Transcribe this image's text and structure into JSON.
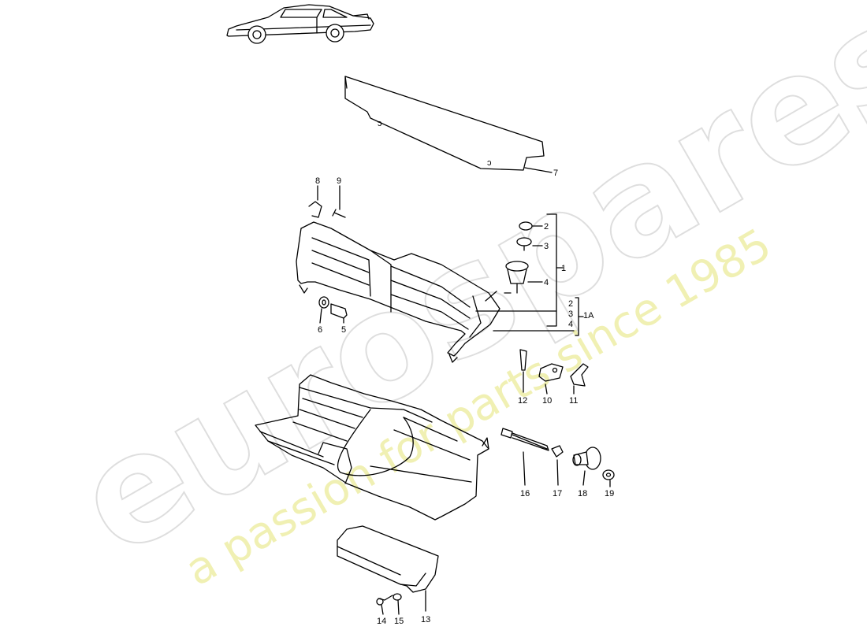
{
  "watermark": {
    "brand": "eurospares",
    "tagline": "a passion for parts since 1985"
  },
  "parts": [
    {
      "id": "p1",
      "label": "1"
    },
    {
      "id": "p1a",
      "label": "1A"
    },
    {
      "id": "p2",
      "label": "2"
    },
    {
      "id": "p3",
      "label": "3"
    },
    {
      "id": "p4",
      "label": "4"
    },
    {
      "id": "p5",
      "label": "5"
    },
    {
      "id": "p6",
      "label": "6"
    },
    {
      "id": "p7",
      "label": "7"
    },
    {
      "id": "p8",
      "label": "8"
    },
    {
      "id": "p9",
      "label": "9"
    },
    {
      "id": "p10",
      "label": "10"
    },
    {
      "id": "p11",
      "label": "11"
    },
    {
      "id": "p12",
      "label": "12"
    },
    {
      "id": "p13",
      "label": "13"
    },
    {
      "id": "p14",
      "label": "14"
    },
    {
      "id": "p15",
      "label": "15"
    },
    {
      "id": "p16",
      "label": "16"
    },
    {
      "id": "p17",
      "label": "17"
    },
    {
      "id": "p18",
      "label": "18"
    },
    {
      "id": "p19",
      "label": "19"
    }
  ],
  "group_1a_sublabels": [
    "2",
    "3",
    "4"
  ]
}
